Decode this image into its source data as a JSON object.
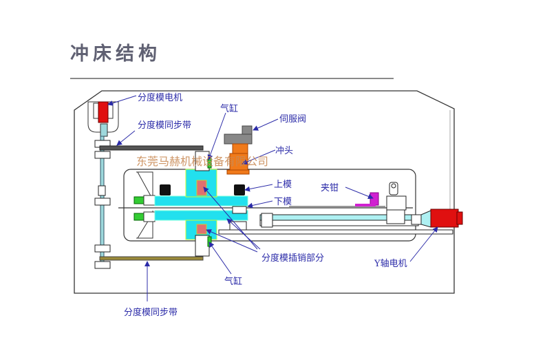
{
  "title": "冲床结构",
  "watermark": "东莞马赫机械设备有限公司",
  "labels": {
    "index_motor": "分度模电机",
    "index_belt_top": "分度模同步带",
    "cylinder_top": "气缸",
    "servo_valve": "伺服阀",
    "punch_head": "冲头",
    "upper_die": "上模",
    "lower_die": "下模",
    "clamp": "夹钳",
    "index_pin": "分度模插销部分",
    "y_motor": "Y轴电机",
    "cylinder_bottom": "气缸",
    "index_belt_bottom": "分度模同步带"
  },
  "colors": {
    "label": "#2b2ba8",
    "motor_red": "#e01010",
    "punch_orange": "#f07a1a",
    "turret_cyan": "#22e0ee",
    "clamp_magenta": "#d020d0",
    "cylinder_green": "#33cc33",
    "pin_pink": "#e07070"
  }
}
